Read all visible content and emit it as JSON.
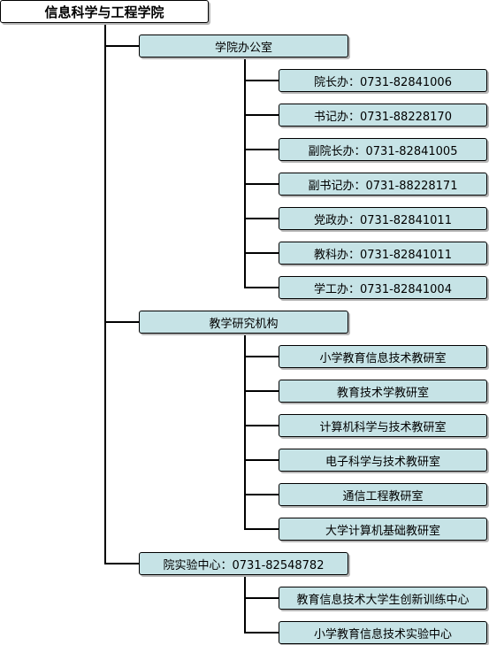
{
  "colors": {
    "box_fill": "#c6e3e6",
    "title_fill": "#ffffff",
    "line": "#000000"
  },
  "title": "信息科学与工程学院",
  "sections": [
    {
      "label": "学院办公室",
      "items": [
        "院长办：0731-82841006",
        "书记办：0731-88228170",
        "副院长办：0731-82841005",
        "副书记办：0731-88228171",
        "党政办：0731-82841011",
        "教科办：0731-82841011",
        "学工办：0731-82841004"
      ]
    },
    {
      "label": "教学研究机构",
      "items": [
        "小学教育信息技术教研室",
        "教育技术学教研室",
        "计算机科学与技术教研室",
        "电子科学与技术教研室",
        "通信工程教研室",
        "大学计算机基础教研室"
      ]
    },
    {
      "label": "院实验中心：0731-82548782",
      "items": [
        "教育信息技术大学生创新训练中心",
        "小学教育信息技术实验中心"
      ]
    }
  ]
}
